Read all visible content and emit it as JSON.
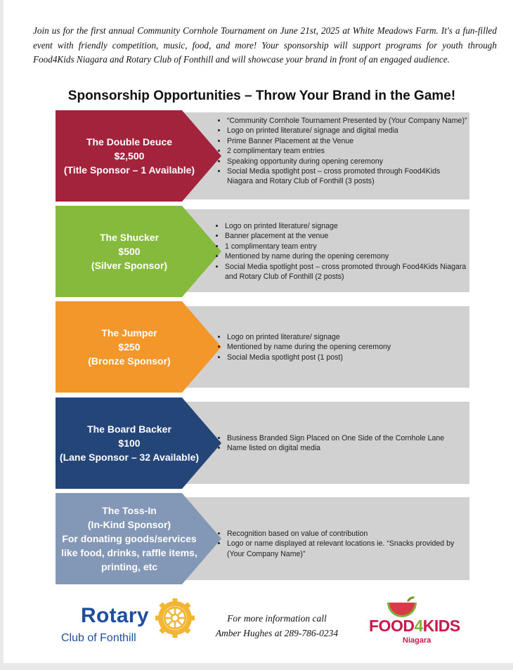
{
  "intro": "Join us for the first annual Community Cornhole Tournament on June 21st, 2025 at White Meadows Farm. It's a fun-filled event with friendly competition, music, food, and more! Your sponsorship will support programs for youth through Food4Kids Niagara and Rotary Club of Fonthill and will showcase your brand in front of an engaged audience.",
  "heading": "Sponsorship Opportunities – Throw Your Brand in the Game!",
  "tiers": [
    {
      "name": "The Double Deuce",
      "price": "$2,500",
      "subtitle": "(Title Sponsor – 1 Available)",
      "color": "#a3223c",
      "bullets": [
        "“Community Cornhole Tournament Presented by (Your Company Name)”",
        "Logo on printed literature/ signage and digital media",
        "Prime Banner Placement at the Venue",
        "2 complimentary team entries",
        "Speaking opportunity during opening ceremony",
        "Social Media spotlight post – cross promoted through Food4Kids Niagara and Rotary Club of Fonthill (3 posts)"
      ]
    },
    {
      "name": "The Shucker",
      "price": "$500",
      "subtitle": "(Silver Sponsor)",
      "color": "#86ba3c",
      "bullets": [
        "Logo on printed literature/ signage",
        "Banner placement at the venue",
        "1 complimentary team entry",
        "Mentioned by name during the opening ceremony",
        "Social Media spotlight post – cross promoted through Food4Kids Niagara and Rotary Club of Fonthill (2 posts)"
      ]
    },
    {
      "name": "The Jumper",
      "price": "$250",
      "subtitle": "(Bronze Sponsor)",
      "color": "#f3972b",
      "bullets": [
        "Logo on printed literature/ signage",
        "Mentioned by name during the opening ceremony",
        "Social Media spotlight post (1 post)"
      ]
    },
    {
      "name": "The Board Backer",
      "price": "$100",
      "subtitle": "(Lane Sponsor – 32 Available)",
      "color": "#234578",
      "bullets": [
        "Business Branded Sign Placed on One Side of the Cornhole Lane",
        "Name listed on digital media"
      ]
    },
    {
      "name": "The Toss-In",
      "price": "(In-Kind Sponsor)",
      "subtitle": "For donating goods/services like food, drinks, raffle items, printing, etc",
      "color": "#8398b6",
      "bullets": [
        "Recognition based on value of contribution",
        "Logo or name displayed at relevant locations ie. “Snacks provided by (Your Company Name)”"
      ]
    }
  ],
  "footer": {
    "rotary_word": "Rotary",
    "rotary_club": "Club of Fonthill",
    "contact_line1": "For more information call",
    "contact_line2": "Amber Hughes at 289-786-0234",
    "f4k_food": "FOOD",
    "f4k_four": "4",
    "f4k_kids": "KIDS",
    "f4k_niagara": "Niagara"
  }
}
